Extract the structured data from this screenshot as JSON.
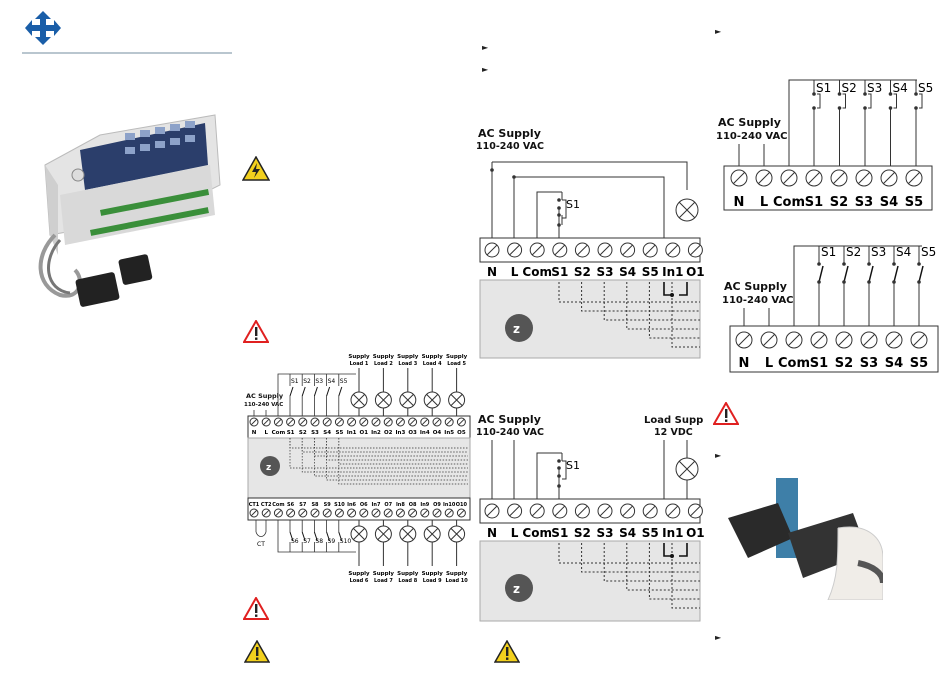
{
  "colors": {
    "logo": "#1a5ea8",
    "rule": "#b9c6cf",
    "warning_yellow": "#f2d01d",
    "danger_red": "#e02020",
    "panel_gray": "#e8e8e8"
  },
  "diagram_mid_top": {
    "supply_title": "AC Supply",
    "supply_voltage": "110-240 VAC",
    "switch_label": "S1",
    "terminals": [
      "N",
      "L",
      "Com",
      "S1",
      "S2",
      "S3",
      "S4",
      "S5",
      "In1",
      "O1"
    ]
  },
  "diagram_mid_bottom": {
    "supply_title": "AC Supply",
    "supply_voltage": "110-240 VAC",
    "load_title": "Load Supply",
    "load_voltage": "12 VDC",
    "switch_label": "S1",
    "terminals": [
      "N",
      "L",
      "Com",
      "S1",
      "S2",
      "S3",
      "S4",
      "S5",
      "In1",
      "O1"
    ]
  },
  "diagram_right_top": {
    "supply_title": "AC Supply",
    "supply_voltage": "110-240 VAC",
    "switch_labels": [
      "S1",
      "S2",
      "S3",
      "S4",
      "S5"
    ],
    "terminals": [
      "N",
      "L",
      "Com",
      "S1",
      "S2",
      "S3",
      "S4",
      "S5"
    ]
  },
  "diagram_right_bottom": {
    "supply_title": "AC Supply",
    "supply_voltage": "110-240 VAC",
    "switch_labels": [
      "S1",
      "S2",
      "S3",
      "S4",
      "S5"
    ],
    "terminals": [
      "N",
      "L",
      "Com",
      "S1",
      "S2",
      "S3",
      "S4",
      "S5"
    ]
  },
  "diagram_big": {
    "supply_title": "AC Supply",
    "supply_voltage": "110-240 VAC",
    "top_loads": [
      "Supply Load 1",
      "Supply Load 2",
      "Supply Load 3",
      "Supply Load 4",
      "Supply Load 5"
    ],
    "top_switches": [
      "S1",
      "S2",
      "S3",
      "S4",
      "S5"
    ],
    "top_terminals": [
      "N",
      "L",
      "Com",
      "S1",
      "S2",
      "S3",
      "S4",
      "S5",
      "In1",
      "O1",
      "In2",
      "O2",
      "In3",
      "O3",
      "In4",
      "O4",
      "In5",
      "O5"
    ],
    "bottom_terminals": [
      "CT1",
      "CT2",
      "Com",
      "S6",
      "S7",
      "S8",
      "S9",
      "S10",
      "In6",
      "O6",
      "In7",
      "O7",
      "In8",
      "O8",
      "In9",
      "O9",
      "In10",
      "O10"
    ],
    "bottom_switches": [
      "S6",
      "S7",
      "S8",
      "S9",
      "S10"
    ],
    "bottom_loads": [
      "Supply Load 6",
      "Supply Load 7",
      "Supply Load 8",
      "Supply Load 9",
      "Supply Load 10"
    ],
    "ct_label": "CT"
  }
}
